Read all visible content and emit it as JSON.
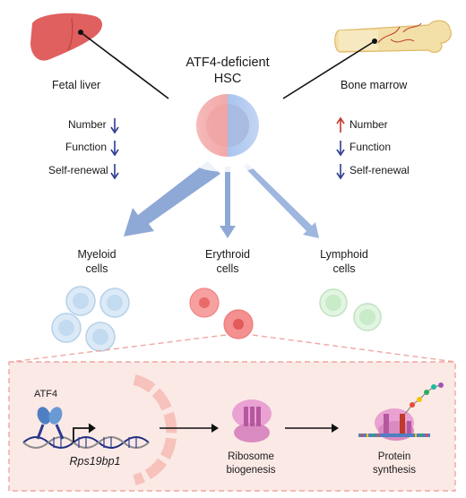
{
  "title": [
    "ATF4-deficient",
    "HSC"
  ],
  "fetal_liver": {
    "label": "Fetal liver",
    "metrics": [
      {
        "label": "Number",
        "direction": "down"
      },
      {
        "label": "Function",
        "direction": "down"
      },
      {
        "label": "Self-renewal",
        "direction": "down"
      }
    ]
  },
  "bone_marrow": {
    "label": "Bone marrow",
    "metrics": [
      {
        "label": "Number",
        "direction": "up"
      },
      {
        "label": "Function",
        "direction": "down"
      },
      {
        "label": "Self-renewal",
        "direction": "down"
      }
    ]
  },
  "lineages": [
    {
      "label": [
        "Myeloid",
        "cells"
      ]
    },
    {
      "label": [
        "Erythroid",
        "cells"
      ]
    },
    {
      "label": [
        "Lymphoid",
        "cells"
      ]
    }
  ],
  "mechanism": {
    "factor": "ATF4",
    "gene": "Rps19bp1",
    "step1": [
      "Ribosome",
      "biogenesis"
    ],
    "step2": [
      "Protein",
      "synthesis"
    ]
  },
  "colors": {
    "down_arrow": "#2b3a8f",
    "up_arrow": "#c0392b",
    "flow_arrow": "#8fa9d6",
    "myeloid": "#cfe3f2",
    "erythroid": "#f08a8a",
    "lymphoid": "#cdeecf",
    "inset_bg": "#fbe9e6",
    "ribosome": "#d98ac0"
  }
}
